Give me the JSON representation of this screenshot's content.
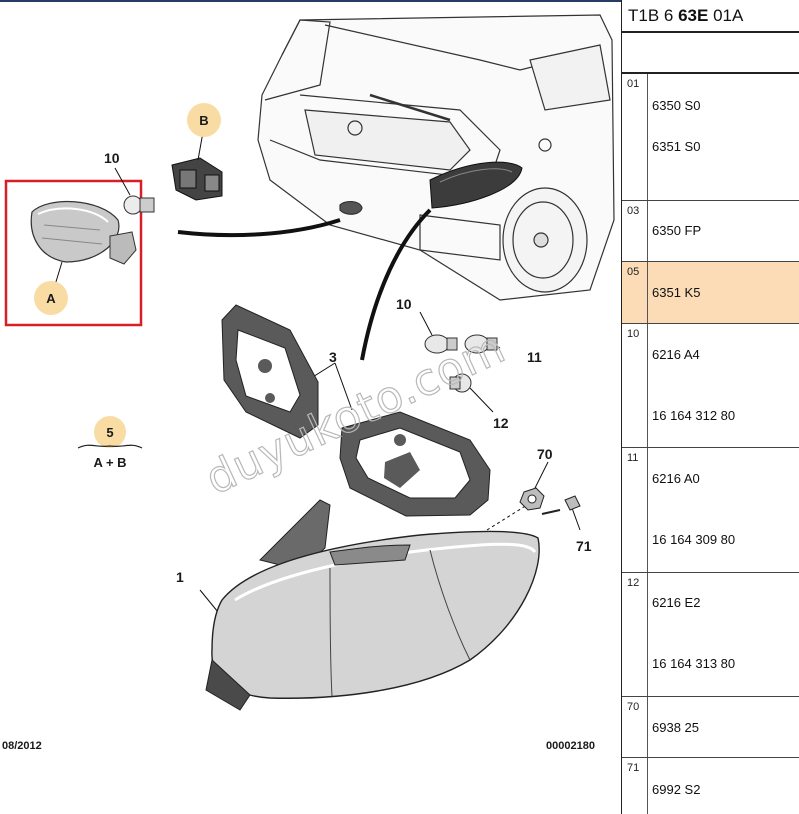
{
  "diagram": {
    "callouts": {
      "c1": "1",
      "c3": "3",
      "c10a": "10",
      "c10b": "10",
      "c11": "11",
      "c12": "12",
      "c70": "70",
      "c71": "71"
    },
    "badges": {
      "a": "A",
      "b": "B",
      "five": "5",
      "five_caption": "A + B"
    },
    "date_code": "08/2012",
    "drawing_number": "00002180",
    "watermark": "duyukoto.com",
    "colors": {
      "badge_fill": "#f8dca4",
      "highlight_frame": "#d61f26",
      "gasket": "#555555",
      "lamp_body": "#d0d0d0"
    }
  },
  "panel": {
    "header_prefix": "T1B 6 ",
    "header_bold": "63E",
    "header_suffix": " 01A",
    "rows": [
      {
        "num": "01",
        "refs": [
          "6350 S0",
          "6351 S0"
        ],
        "selected": false
      },
      {
        "num": "03",
        "refs": [
          "6350 FP"
        ],
        "selected": false
      },
      {
        "num": "05",
        "refs": [
          "6351 K5"
        ],
        "selected": true
      },
      {
        "num": "10",
        "refs": [
          "6216 A4",
          "16 164 312 80"
        ],
        "selected": false
      },
      {
        "num": "11",
        "refs": [
          "6216 A0",
          "16 164 309 80"
        ],
        "selected": false
      },
      {
        "num": "12",
        "refs": [
          "6216 E2",
          "16 164 313 80"
        ],
        "selected": false
      },
      {
        "num": "70",
        "refs": [
          "6938 25"
        ],
        "selected": false
      },
      {
        "num": "71",
        "refs": [
          "6992 S2"
        ],
        "selected": false
      }
    ],
    "selected_color": "#fbdcb7"
  }
}
